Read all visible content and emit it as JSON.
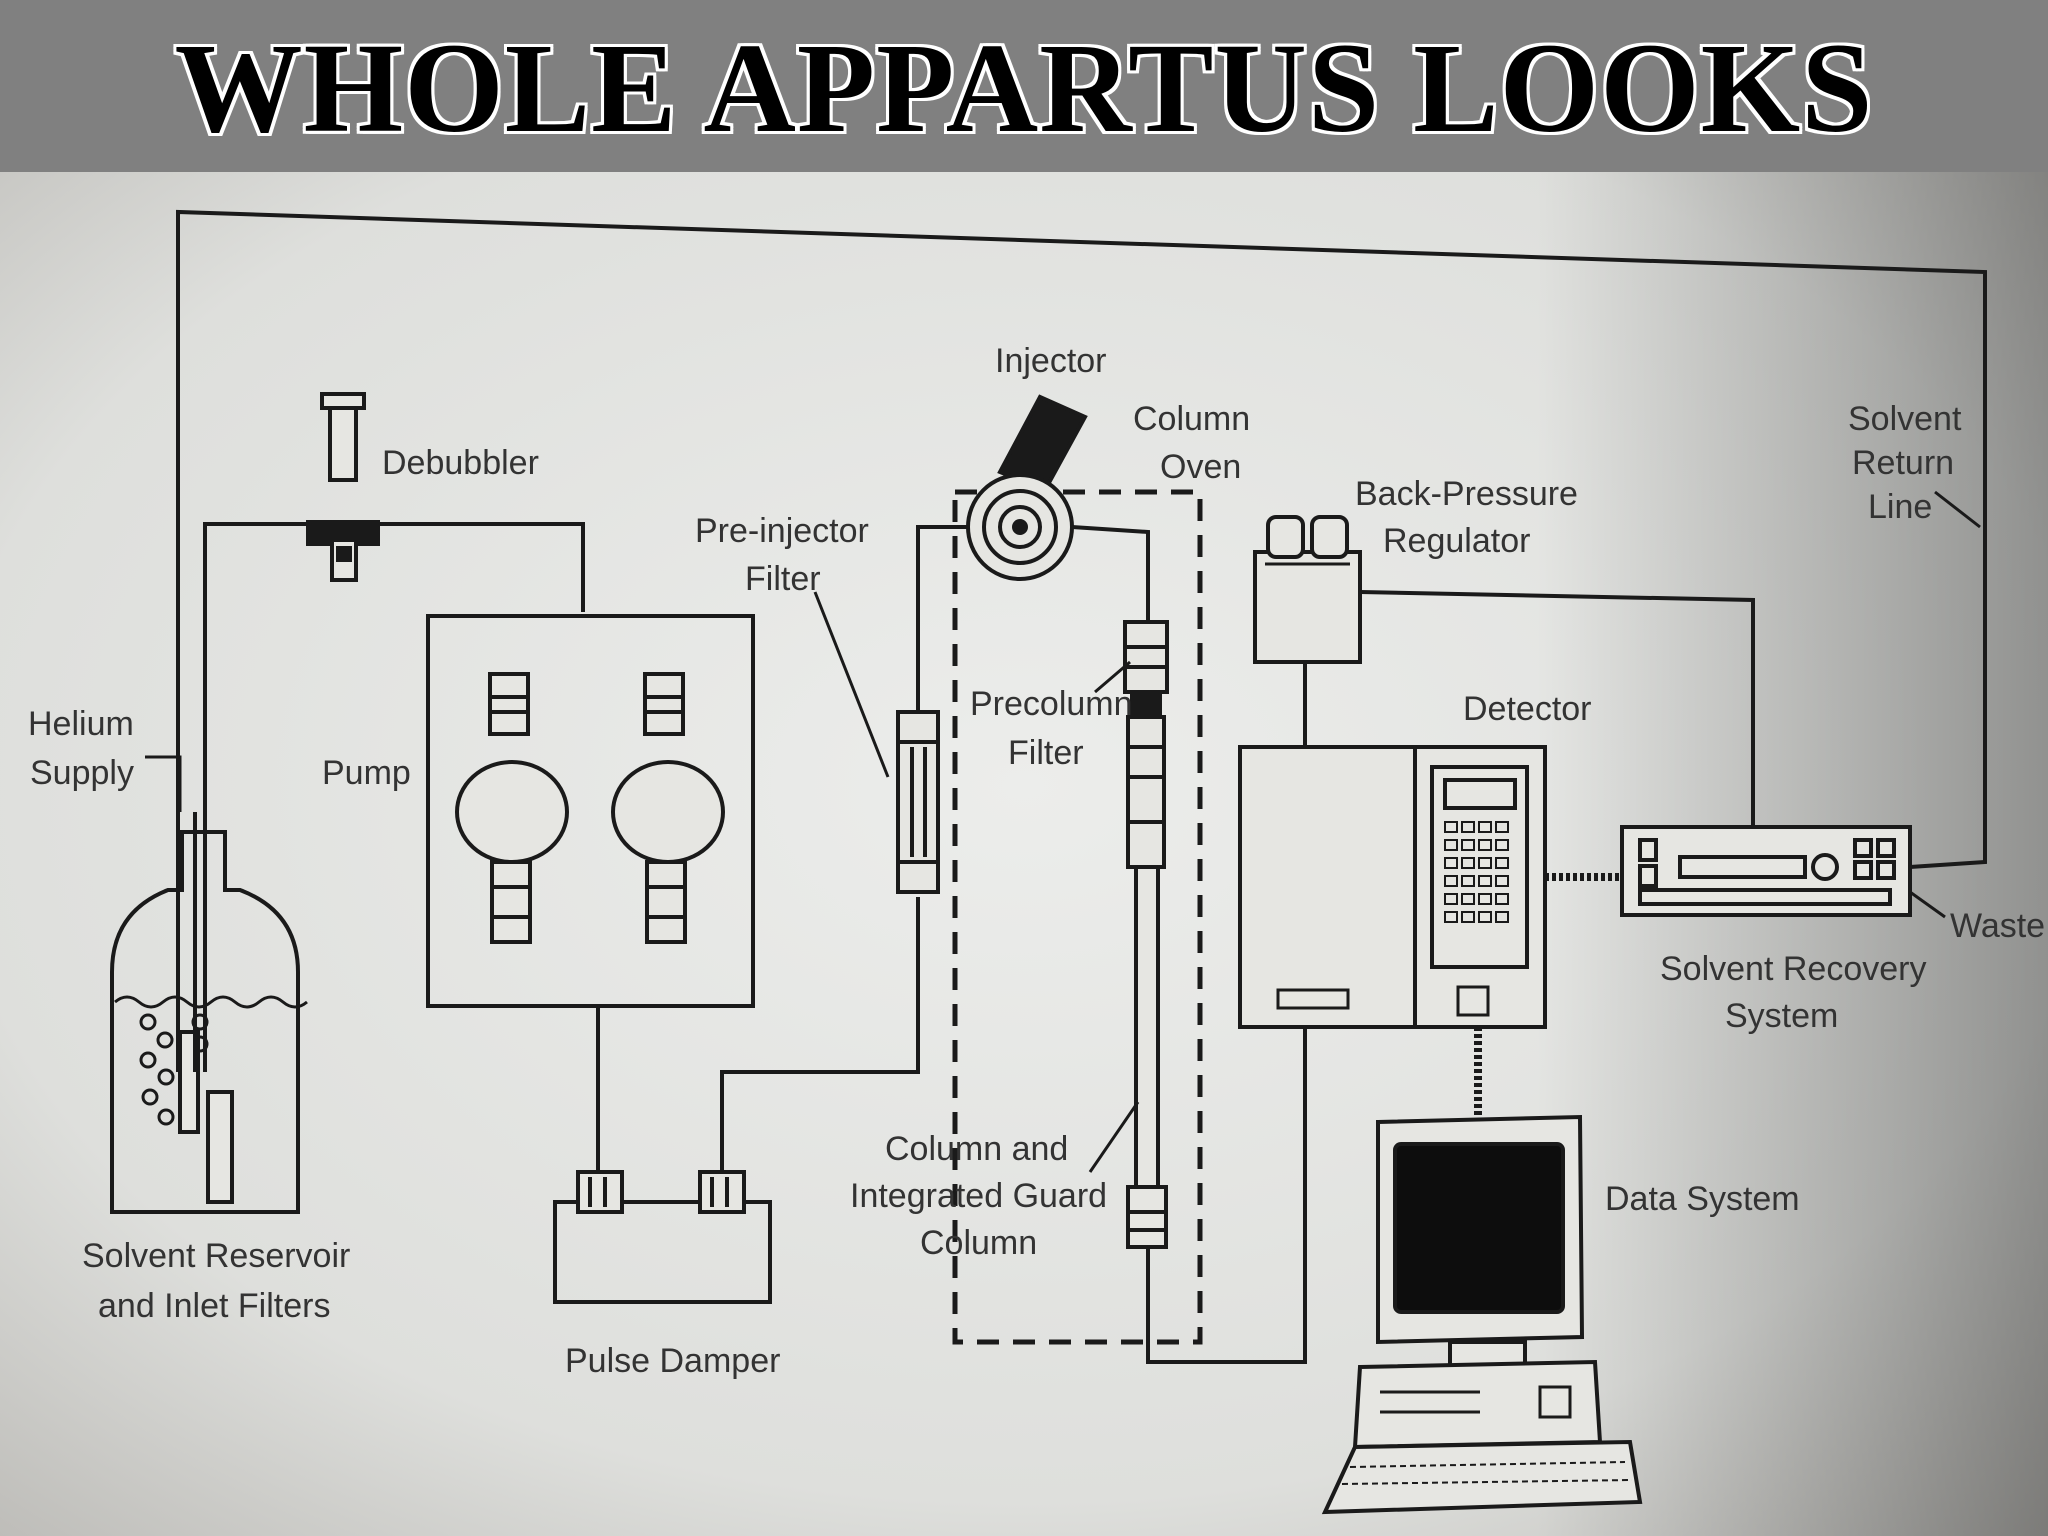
{
  "title": "WHOLE APPARTUS LOOKS LIKE",
  "labels": {
    "injector": "Injector",
    "column_oven_1": "Column",
    "column_oven_2": "Oven",
    "debubbler": "Debubbler",
    "pre_injector_1": "Pre-injector",
    "pre_injector_2": "Filter",
    "back_pressure_1": "Back-Pressure",
    "back_pressure_2": "Regulator",
    "solvent_return_1": "Solvent",
    "solvent_return_2": "Return",
    "solvent_return_3": "Line",
    "helium_1": "Helium",
    "helium_2": "Supply",
    "pump": "Pump",
    "precolumn_1": "Precolumn",
    "precolumn_2": "Filter",
    "detector": "Detector",
    "waste": "Waste",
    "recovery_1": "Solvent Recovery",
    "recovery_2": "System",
    "column_guard_1": "Column and",
    "column_guard_2": "Integrated Guard",
    "column_guard_3": "Column",
    "data_system": "Data System",
    "reservoir_1": "Solvent Reservoir",
    "reservoir_2": "and Inlet Filters",
    "pulse_damper": "Pulse Damper"
  },
  "colors": {
    "header_bg": "#808080",
    "paper": "#e6e6e2",
    "ink": "#1a1a1a"
  }
}
